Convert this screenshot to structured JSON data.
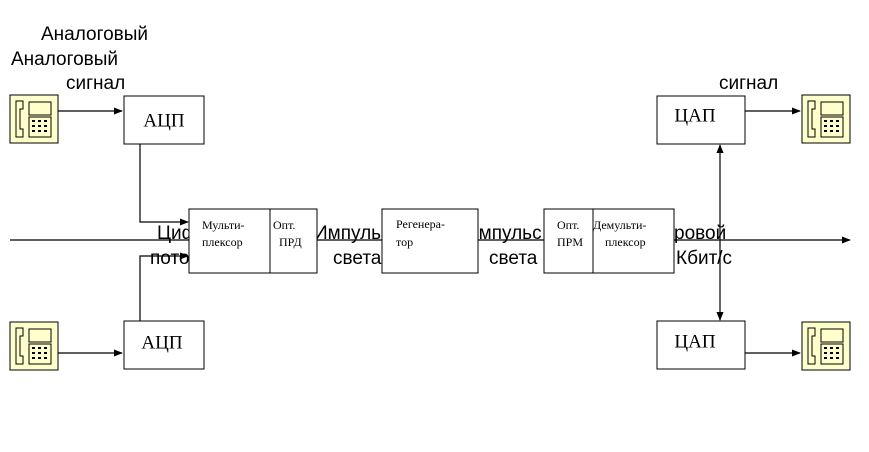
{
  "labels": {
    "analog_1": "Аналоговый",
    "analog_2": "Аналоговый",
    "signal_left": "сигнал",
    "signal_right": "сигнал",
    "digital_a": "Циф",
    "digital_b": "пото",
    "impulse_left_a": "Импульс",
    "impulse_left_b": "света",
    "impulse_right_a": "Импульс",
    "impulse_right_b": "света",
    "tsifrovoy": "ровой",
    "kbit": "Кбит/с"
  },
  "blocks": {
    "adc_top": "АЦП",
    "adc_bottom": "АЦП",
    "dac_top": "ЦАП",
    "dac_bottom": "ЦАП",
    "mux_line1": "Мульти-",
    "mux_line2": "плексор",
    "opt_prd_line1": "Опт.",
    "opt_prd_line2": "ПРД",
    "regen_line1": "Регенера-",
    "regen_line2": "тор",
    "opt_prm_line1": "Опт.",
    "opt_prm_line2": "ПРМ",
    "demux_line1": "Демульти-",
    "demux_line2": "плексор"
  },
  "icons": {
    "telephone": "telephone-icon",
    "arrow": "arrow-icon"
  },
  "colors": {
    "telephone_background": "#ffffcc",
    "line": "#000000"
  }
}
